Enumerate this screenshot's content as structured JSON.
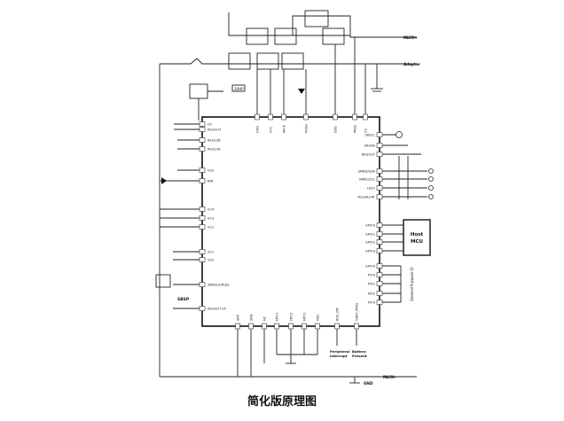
{
  "caption": "简化版原理图",
  "nets": {
    "pack_plus": "PACK+",
    "adapter": "Adapter",
    "pack_minus": "PACK–",
    "gnd": "GND"
  },
  "components": {
    "hdq_label": "20HP",
    "host_line1": "Host",
    "host_line2": "MCU",
    "gpio_label": "General Purpose IO",
    "sbsp_label": "SBSP",
    "peripheral_line1": "Peripheral",
    "peripheral_line2": "Interrupt",
    "battery_line1": "Battery",
    "battery_line2": "Present"
  },
  "chip": {
    "left_pins": [
      "CP",
      "REGOUT",
      "REG1SB",
      "REG1V8",
      "VSS",
      "BAT",
      "VC4",
      "VC3",
      "VC2",
      "VC1",
      "VSS",
      "SMBCLK/PLBS",
      "REGOUT EP"
    ],
    "top_pins": [
      "CHG",
      "VCC",
      "PACK",
      "PDSG",
      "DSG",
      "PRES",
      "CS"
    ],
    "right_pins": [
      "SRSCL",
      "SRSDA",
      "REGOUT",
      "SMBD/SDA",
      "SMBC/SCL",
      "LEDn",
      "RCS/ALERT",
      "GPIO0",
      "GPIO1",
      "GPIO2",
      "GPIO3",
      "GPIO4",
      "PIO0",
      "PIO1",
      "PIO2",
      "PIO3",
      "PIO4"
    ],
    "bottom_pins": [
      "SRP",
      "SRN",
      "NC",
      "NTC1",
      "NTC2",
      "NTC3",
      "ADC",
      "BUS_INT",
      "VBAT_PRES"
    ]
  }
}
